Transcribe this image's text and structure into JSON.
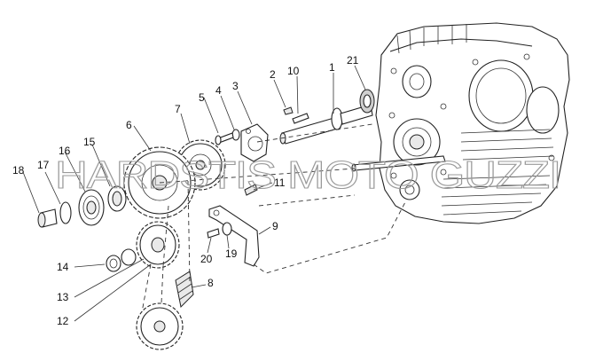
{
  "callouts": [
    "1",
    "2",
    "3",
    "4",
    "5",
    "6",
    "7",
    "8",
    "9",
    "10",
    "11",
    "12",
    "13",
    "14",
    "15",
    "16",
    "17",
    "18",
    "19",
    "20",
    "21"
  ],
  "watermark": "HARDSTIS MOTO GUZZI"
}
